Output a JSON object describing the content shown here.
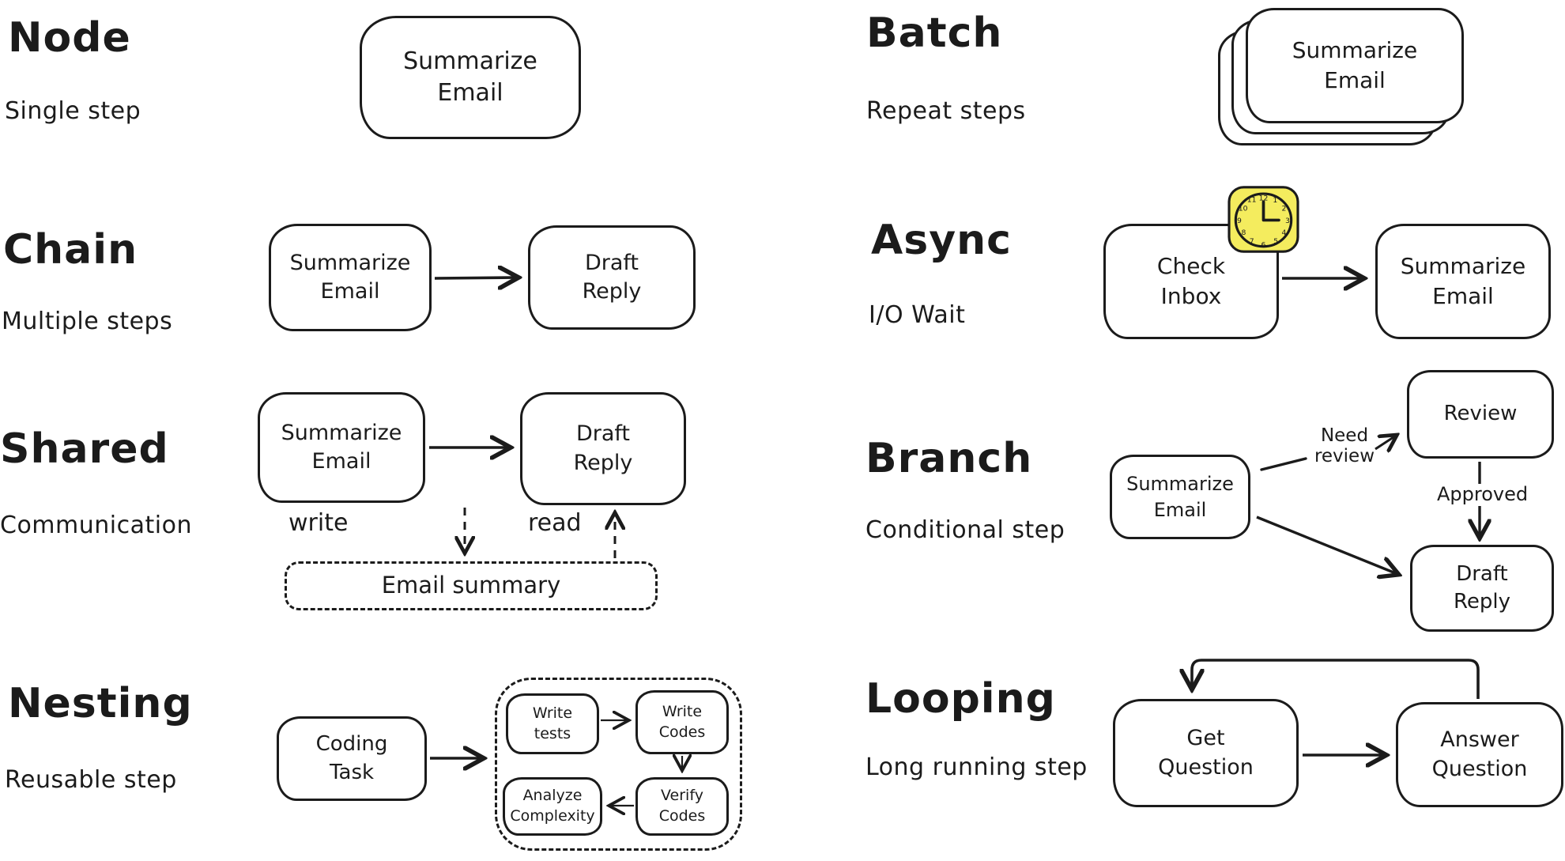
{
  "colors": {
    "background": "#ffffff",
    "ink": "#1b1b1b",
    "clock_yellow": "#f4ec5e"
  },
  "icons": {
    "clock": "analog-clock-showing-3-oclock"
  },
  "sections": {
    "node": {
      "title": "Node",
      "subtitle": "Single step",
      "box": "Summarize\nEmail"
    },
    "chain": {
      "title": "Chain",
      "subtitle": "Multiple steps",
      "boxes": [
        "Summarize\nEmail",
        "Draft\nReply"
      ]
    },
    "shared": {
      "title": "Shared",
      "subtitle": "Communication",
      "boxes": [
        "Summarize\nEmail",
        "Draft\nReply"
      ],
      "write_label": "write",
      "read_label": "read",
      "store_label": "Email summary"
    },
    "nesting": {
      "title": "Nesting",
      "subtitle": "Reusable step",
      "outer_box": "Coding\nTask",
      "inner_boxes": [
        "Write\ntests",
        "Write\nCodes",
        "Analyze\nComplexity",
        "Verify\nCodes"
      ]
    },
    "batch": {
      "title": "Batch",
      "subtitle": "Repeat steps",
      "box": "Summarize\nEmail"
    },
    "async": {
      "title": "Async",
      "subtitle": "I/O Wait",
      "boxes": [
        "Check\nInbox",
        "Summarize\nEmail"
      ]
    },
    "branch": {
      "title": "Branch",
      "subtitle": "Conditional step",
      "source_box": "Summarize\nEmail",
      "review_box": "Review",
      "draft_box": "Draft\nReply",
      "labels": {
        "need_review": "Need\nreview",
        "approved": "Approved"
      }
    },
    "looping": {
      "title": "Looping",
      "subtitle": "Long running step",
      "boxes": [
        "Get\nQuestion",
        "Answer\nQuestion"
      ]
    }
  }
}
